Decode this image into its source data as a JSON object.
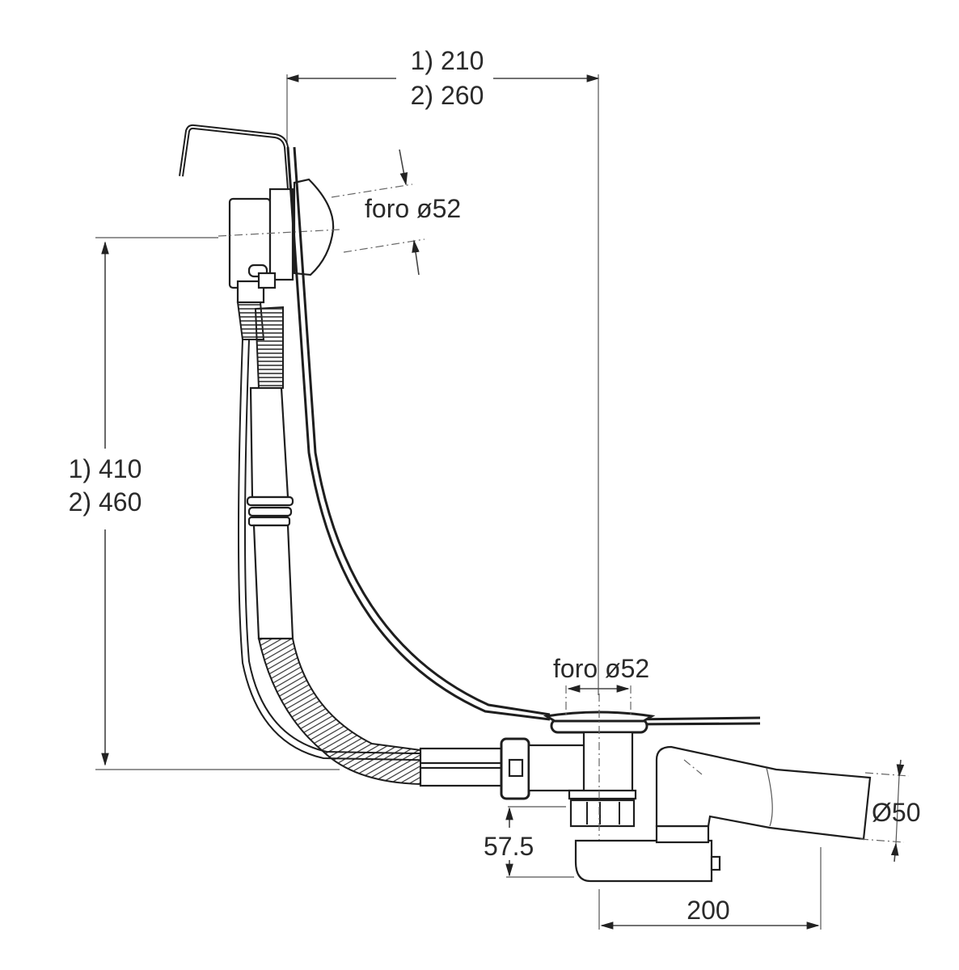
{
  "drawing": {
    "subject": "Bath waste and overflow assembly",
    "dimensions": {
      "top_width": {
        "line1": "1) 210",
        "line2": "2) 260"
      },
      "left_height": {
        "line1": "1) 410",
        "line2": "2) 460"
      },
      "overflow_hole": {
        "label": "foro ø52"
      },
      "drain_hole": {
        "label": "foro ø52"
      },
      "outlet_diameter": {
        "label": "Ø50"
      },
      "trap_depth": {
        "label": "57.5"
      },
      "outlet_offset": {
        "label": "200"
      }
    },
    "colors": {
      "line": "#1e1e1e",
      "text": "#2a2a2a",
      "background": "#ffffff"
    }
  }
}
